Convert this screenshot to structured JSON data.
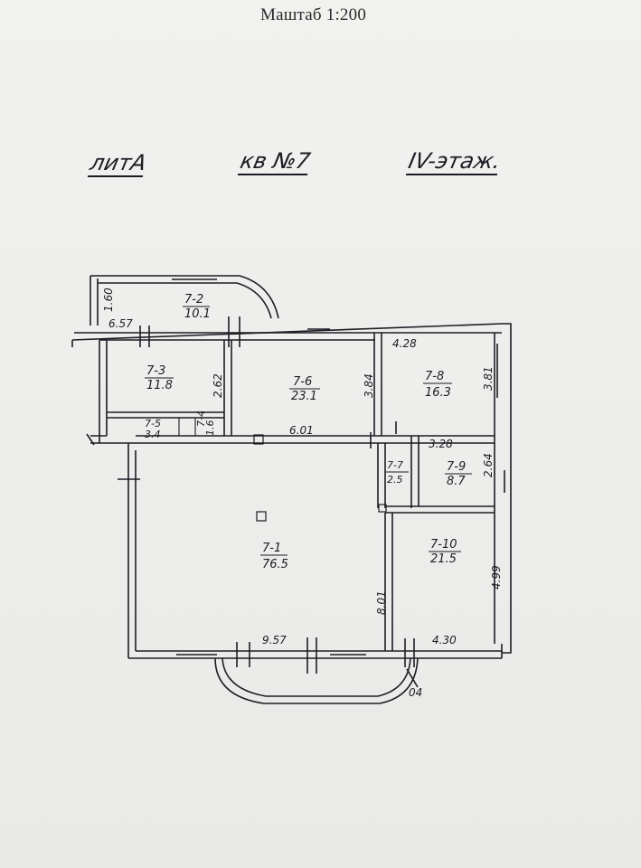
{
  "header": {
    "scale": "Маштаб 1:200"
  },
  "labels": {
    "lit": "литА",
    "kv": "кв №7",
    "floor": "IV-этаж."
  },
  "rooms": [
    {
      "id": "7-2",
      "area": "10.1"
    },
    {
      "id": "7-3",
      "area": "11.8"
    },
    {
      "id": "7-5",
      "area": "3.4"
    },
    {
      "id": "7-4",
      "area": "1.6"
    },
    {
      "id": "7-6",
      "area": "23.1"
    },
    {
      "id": "7-8",
      "area": "16.3"
    },
    {
      "id": "7-7",
      "area": "2.5"
    },
    {
      "id": "7-9",
      "area": "8.7"
    },
    {
      "id": "7-1",
      "area": "76.5"
    },
    {
      "id": "7-10",
      "area": "21.5"
    }
  ],
  "dimensions": {
    "d160": "1.60",
    "d657": "6.57",
    "d262": "2.62",
    "d384": "3.84",
    "d428": "4.28",
    "d381": "3.81",
    "d601": "6.01",
    "d328": "3.28",
    "d264": "2.64",
    "d801": "8.01",
    "d499": "4.99",
    "d957": "9.57",
    "d430": "4.30",
    "d04": "04"
  }
}
